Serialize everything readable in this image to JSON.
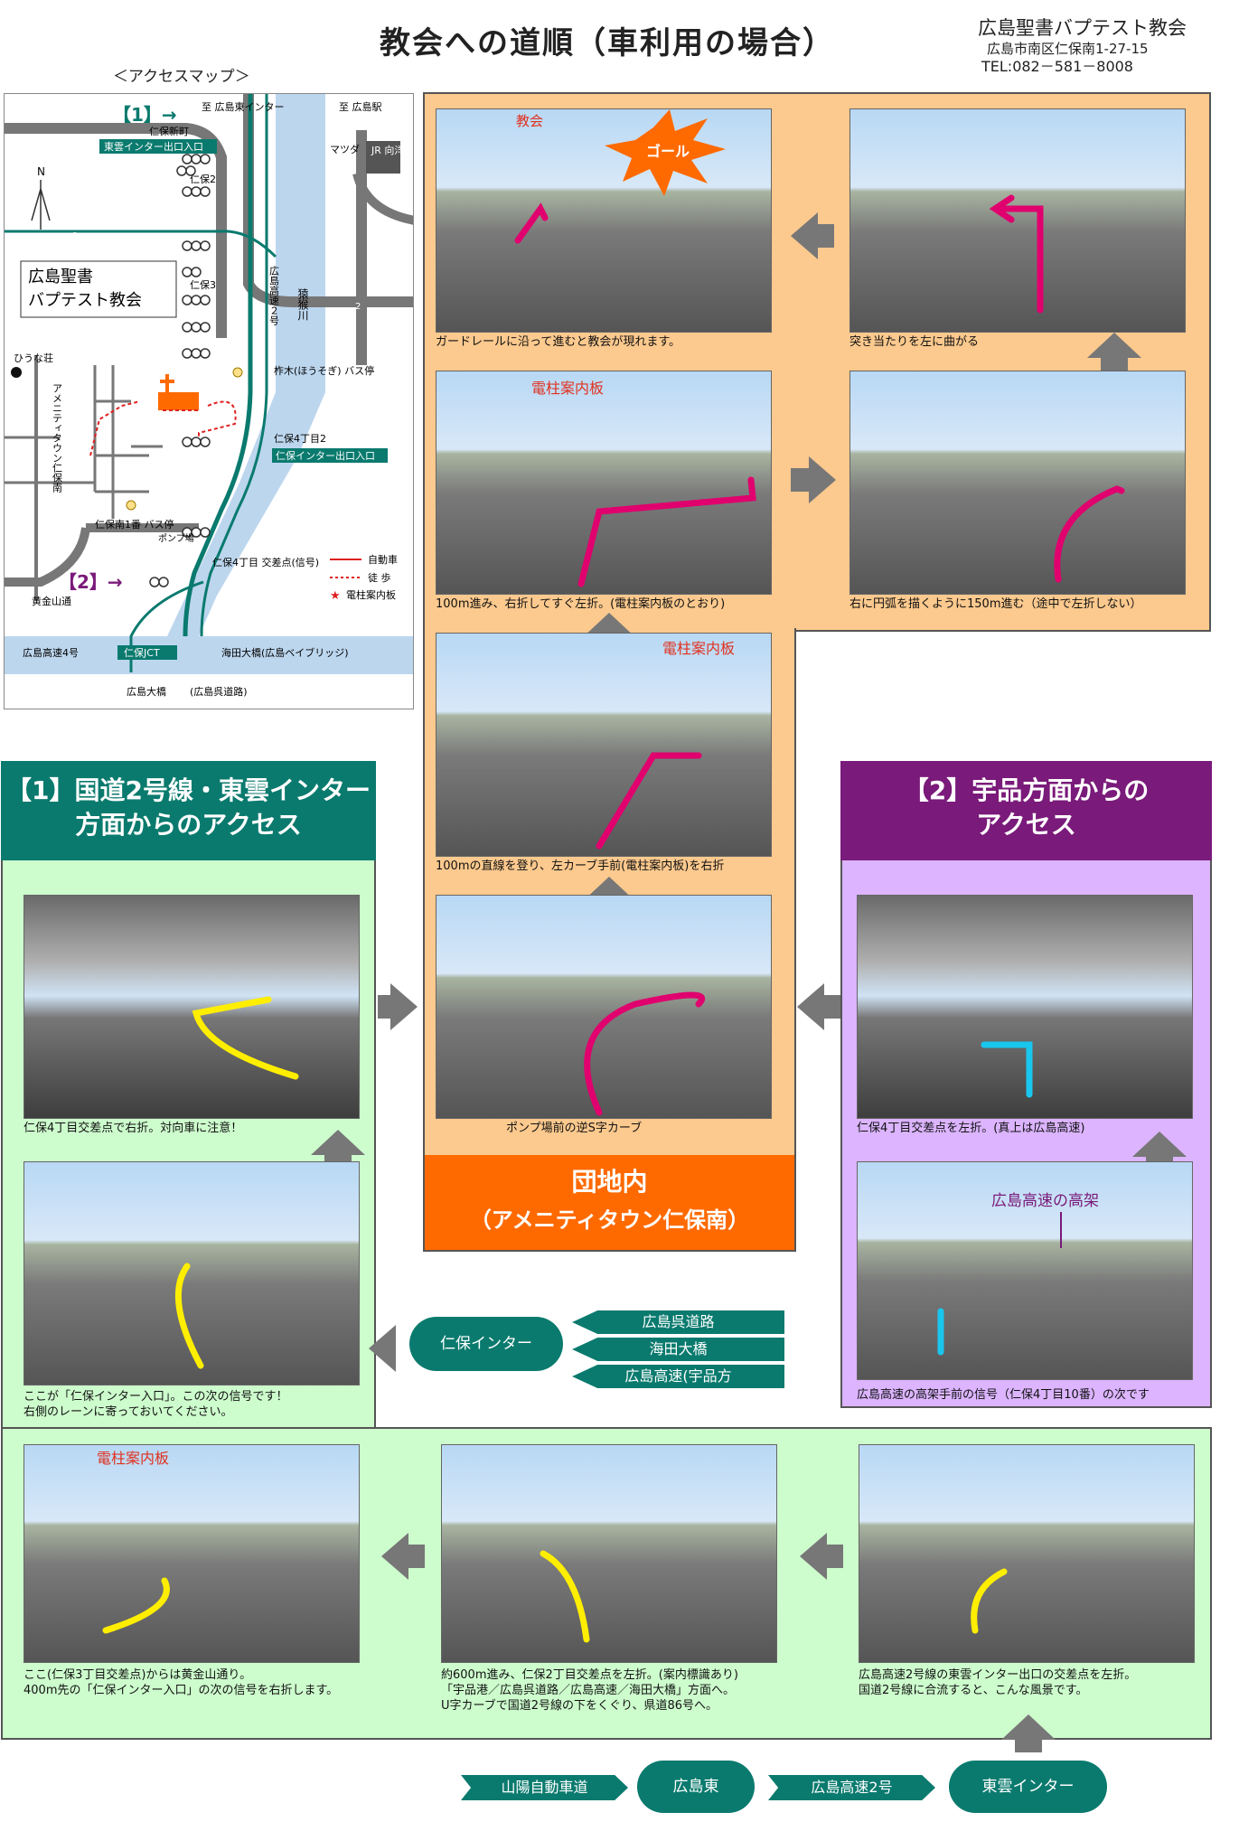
{
  "header": {
    "title": "教会への道順（車利用の場合）",
    "church_name": "広島聖書バプテスト教会",
    "address": "広島市南区仁保南1-27-15",
    "tel": "TEL:082－581－8008"
  },
  "map": {
    "section_label": "＜アクセスマップ＞",
    "labels": {
      "route1": "【1】→",
      "route2": "【2】→",
      "north": "N",
      "to_higashi_ic": "至 広島東インター",
      "to_hiroshima_st": "至 広島駅",
      "niho_shinmachi": "仁保新町",
      "higashi_ic_exit": "東雲インター出口入口",
      "niho2": "仁保2",
      "niho3": "仁保3",
      "matsuda": "マツダ",
      "jr_mukainada": "JR\n向洋駅",
      "church_box": "広島聖書\nバプテスト教会",
      "hinaso": "ひうな荘",
      "amenity": "アメニティタウン仁保南",
      "expressway2": "広島高速２号",
      "enkou_river": "猿猴川",
      "busstop_housozo": "柞木(ほうそぎ)\nバス停",
      "niho4_2": "仁保4丁目2",
      "niho_ic_exit": "仁保インター出口入口",
      "niho_minami_bus": "仁保南1番\nバス停",
      "pump": "ポンプ場",
      "niho4_intersection": "仁保4丁目\n交差点(信号)",
      "koganeyama": "黄金山通",
      "route4": "広島高速4号",
      "niho_jct": "仁保JCT",
      "kaida_bridge": "海田大橋(広島ベイブリッジ)",
      "ohashi": "広島大橋",
      "kure_road": "(広島呉道路)",
      "legend_car": "自動車",
      "legend_walk": "徒 歩",
      "legend_pole": "電柱案内板",
      "route_num_2": "2"
    }
  },
  "steps_center": [
    {
      "caption": "ガードレールに沿って進むと教会が現れます。",
      "overlay": "教会",
      "burst": "ゴール"
    },
    {
      "caption": "突き当たりを左に曲がる"
    },
    {
      "caption": "100m進み、右折してすぐ左折。(電柱案内板のとおり)",
      "overlay": "電柱案内板"
    },
    {
      "caption": "右に円弧を描くように150m進む（途中で左折しない）"
    },
    {
      "caption": "100mの直線を登り、左カーブ手前(電柱案内板)を右折",
      "overlay": "電柱案内板"
    },
    {
      "caption": "ポンプ場前の逆S字カーブ"
    }
  ],
  "danchi": {
    "line1": "団地内",
    "line2": "（アメニティタウン仁保南）"
  },
  "left_panel": {
    "heading1": "【1】国道2号線・東雲インター",
    "heading2": "方面からのアクセス",
    "steps": [
      {
        "caption": "仁保4丁目交差点で右折。対向車に注意！"
      },
      {
        "caption": "ここが「仁保インター入口」。この次の信号です！\n右側のレーンに寄っておいてください。"
      }
    ]
  },
  "right_panel": {
    "heading1": "【2】宇品方面からの",
    "heading2": "アクセス",
    "steps": [
      {
        "caption": "仁保4丁目交差点を左折。(真上は広島高速)"
      },
      {
        "caption": "広島高速の高架手前の信号（仁保4丁目10番）の次です",
        "overlay": "広島高速の高架"
      }
    ]
  },
  "ic_signs": {
    "pill": "仁保インター",
    "tags": [
      "広島呉道路",
      "海田大橋",
      "広島高速(宇品方"
    ]
  },
  "bottom_steps": [
    {
      "caption": "ここ(仁保3丁目交差点)からは黄金山通り。\n400m先の「仁保インター入口」の次の信号を右折します。",
      "overlay": "電柱案内板"
    },
    {
      "caption": "約600m進み、仁保2丁目交差点を左折。(案内標識あり)\n「宇品港／広島呉道路／広島高速／海田大橋」方面へ。\nU字カーブで国道2号線の下をくぐり、県道86号へ。"
    },
    {
      "caption": "広島高速2号線の東雲インター出口の交差点を左折。\n国道2号線に合流すると、こんな風景です。"
    }
  ],
  "footer": {
    "tag1": "山陽自動車道",
    "pill1": "広島東",
    "tag2": "広島高速2号",
    "pill2": "東雲インター"
  },
  "colors": {
    "teal": "#0a7a6e",
    "purple": "#7a1a7a",
    "orange": "#ff6a00",
    "peach": "#fcc98e",
    "green": "#cdfccd",
    "lavender": "#dcb4ff",
    "magenta_arrow": "#e0006e",
    "yellow_arrow": "#ffee00",
    "cyan_arrow": "#19c6ee",
    "red_label": "#e0301e"
  }
}
